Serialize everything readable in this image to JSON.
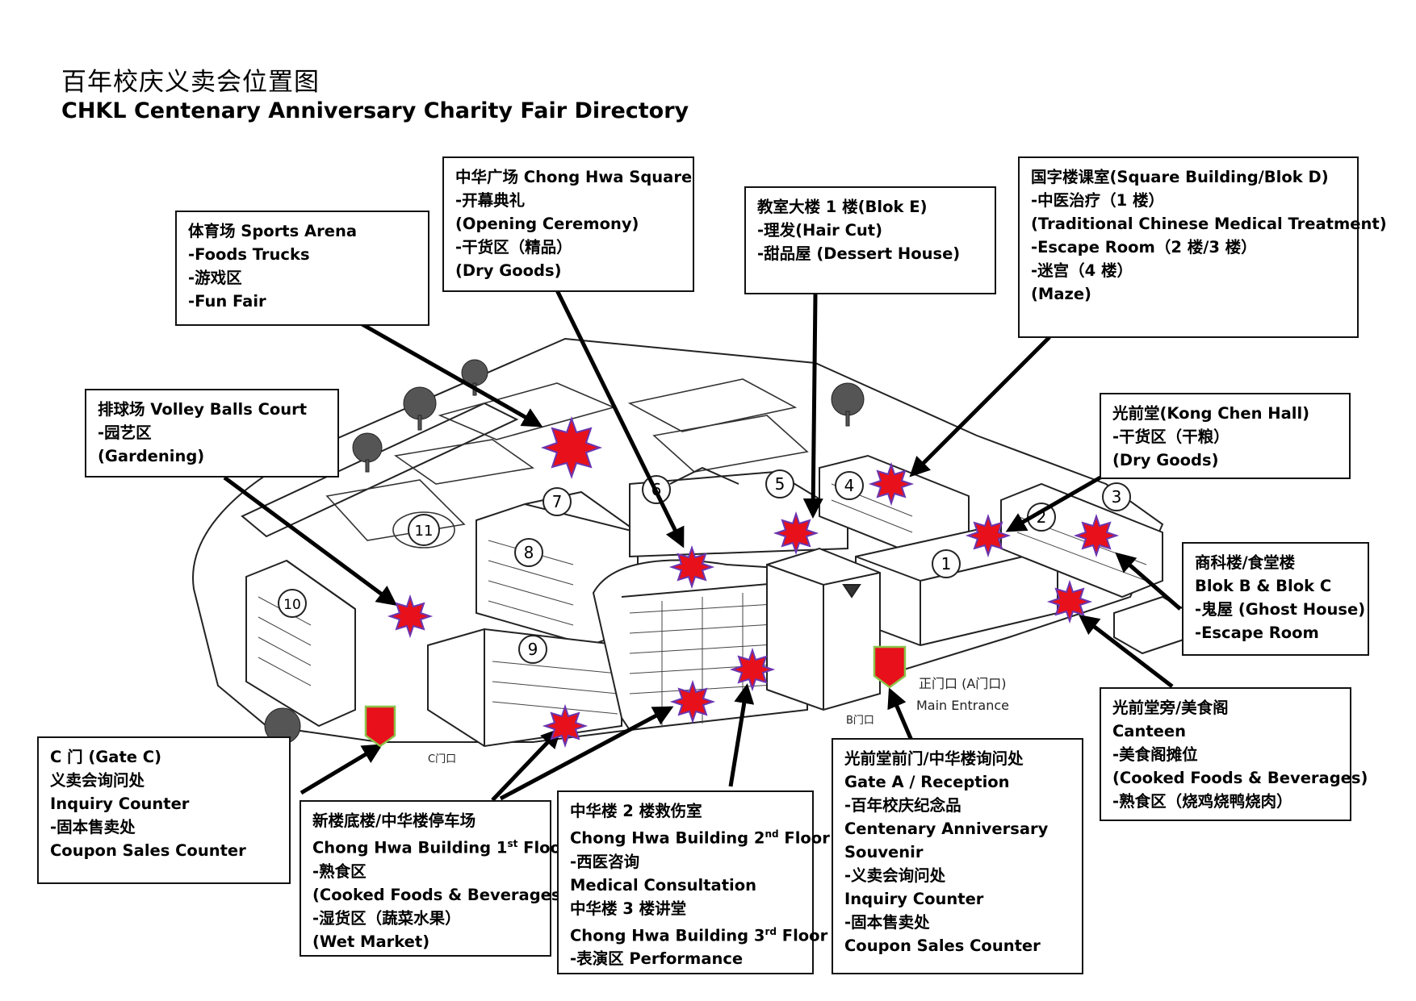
{
  "title": {
    "zh": "百年校庆义卖会位置图",
    "en": "CHKL Centenary Anniversary Charity Fair Directory"
  },
  "map_labels": {
    "building_1": "1",
    "building_2": "2",
    "building_3": "3",
    "building_4": "4",
    "building_5": "5",
    "building_6": "6",
    "building_7": "7",
    "building_8": "8",
    "building_9": "9",
    "building_10": "10",
    "building_11": "11",
    "gate_a": "正门口 (A门口)",
    "main_entrance": "Main Entrance",
    "gate_b": "B门口",
    "gate_c": "C门口"
  },
  "colors": {
    "marker_fill": "#e8101a",
    "marker_outline": "#6a35b0",
    "gate_marker_fill": "#e8101a",
    "gate_marker_outline": "#8bc34a",
    "arrow": "#000000"
  },
  "callouts": {
    "sports_arena": {
      "lines": [
        "体育场 Sports Arena",
        "-Foods Trucks",
        "-游戏区",
        "-Fun Fair"
      ]
    },
    "chong_hwa_square": {
      "lines": [
        "中华广场 Chong Hwa Square",
        "-开幕典礼",
        " (Opening Ceremony)",
        "-干货区（精品）",
        " (Dry Goods)"
      ]
    },
    "blok_e": {
      "lines": [
        "教室大楼 1 楼(Blok E)",
        "-理发(Hair Cut)",
        "-甜品屋 (Dessert House)"
      ]
    },
    "blok_d": {
      "lines": [
        "国字楼课室(Square Building/Blok D)",
        "-中医治疗（1 楼）",
        "(Traditional Chinese Medical Treatment)",
        "-Escape Room（2 楼/3 楼）",
        "-迷宫（4 楼）",
        " (Maze)"
      ]
    },
    "volleyball": {
      "lines": [
        "排球场 Volley Balls Court",
        "-园艺区",
        " (Gardening)"
      ]
    },
    "kong_chen_hall": {
      "lines": [
        "光前堂(Kong Chen Hall)",
        "-干货区（干粮）",
        " (Dry Goods)"
      ]
    },
    "blok_bc": {
      "lines": [
        "商科楼/食堂楼",
        "Blok B & Blok C",
        "-鬼屋 (Ghost House)",
        "-Escape Room"
      ]
    },
    "canteen": {
      "lines": [
        "光前堂旁/美食阁",
        "Canteen",
        "-美食阁摊位",
        " (Cooked Foods & Beverages)",
        "-熟食区（烧鸡烧鸭烧肉）"
      ]
    },
    "gate_c": {
      "lines": [
        "C 门 (Gate C)",
        "义卖会询问处",
        " Inquiry Counter",
        "-固本售卖处",
        " Coupon Sales Counter"
      ]
    },
    "chong_hwa_1st": {
      "l1": "新楼底楼/中华楼停车场",
      "l2a": "Chong Hwa Building 1",
      "l2sup": "st",
      "l2b": " Floor",
      "l3": "-熟食区",
      "l4": "(Cooked Foods & Beverages)",
      "l5": "-湿货区（蔬菜水果）",
      "l6": " (Wet Market)"
    },
    "chong_hwa_2nd3rd": {
      "l1": "中华楼 2 楼救伤室",
      "l2a": "Chong Hwa Building 2",
      "l2sup": "nd",
      "l2b": " Floor",
      "l3": "-西医咨询",
      "l4": " Medical Consultation",
      "l5": "中华楼 3 楼讲堂",
      "l6a": "Chong Hwa Building 3",
      "l6sup": "rd",
      "l6b": " Floor",
      "l7": "-表演区 Performance"
    },
    "gate_a": {
      "lines": [
        "光前堂前门/中华楼询问处",
        "Gate A / Reception",
        "-百年校庆纪念品",
        " Centenary Anniversary",
        " Souvenir",
        "-义卖会询问处",
        " Inquiry Counter",
        "-固本售卖处",
        " Coupon Sales Counter"
      ]
    }
  }
}
